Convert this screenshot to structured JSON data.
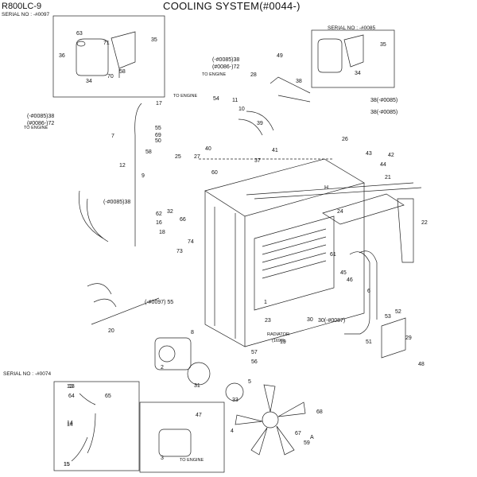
{
  "header": {
    "model": "R800LC-9",
    "title": "COOLING SYSTEM(#0044-)"
  },
  "inset_boxes": [
    {
      "id": "top-left",
      "serial": "SERIAL NO : -#0097",
      "parts": [
        "63",
        "71",
        "35",
        "36",
        "34",
        "70",
        "58"
      ]
    },
    {
      "id": "top-right",
      "serial": "SERIAL NO : -#0085",
      "parts": [
        "35",
        "34"
      ]
    },
    {
      "id": "bottom-left",
      "serial": "SERIAL NO : -#0074",
      "parts": [
        "13",
        "64",
        "65",
        "14",
        "15"
      ]
    },
    {
      "id": "bottom-center",
      "parts": [
        "47",
        "3"
      ],
      "note": "TO ENGINE"
    }
  ],
  "annotations": {
    "to_engine": "TO ENGINE",
    "radiator": "RADIATOR",
    "radiator_sub": "(1690)",
    "serial_0085_38": "(-#0085)38",
    "serial_0086_72": "(#0086-)72",
    "serial_0085_38_short": "(-#0085)38",
    "serial_0097_55": "(-#0097) 55",
    "serial_0087_30": "30(-#0087)",
    "serial_0085_38_r1": "38(-#0085)",
    "serial_0085_38_r2": "38(-#0085)",
    "arrow_H": "H",
    "arrow_A": "A"
  },
  "callouts": [
    {
      "t": "17"
    },
    {
      "t": "54"
    },
    {
      "t": "55"
    },
    {
      "t": "69"
    },
    {
      "t": "50"
    },
    {
      "t": "40"
    },
    {
      "t": "28"
    },
    {
      "t": "49"
    },
    {
      "t": "11"
    },
    {
      "t": "10"
    },
    {
      "t": "39"
    },
    {
      "t": "38"
    },
    {
      "t": "26"
    },
    {
      "t": "42"
    },
    {
      "t": "43"
    },
    {
      "t": "44"
    },
    {
      "t": "7"
    },
    {
      "t": "58"
    },
    {
      "t": "12"
    },
    {
      "t": "25"
    },
    {
      "t": "27"
    },
    {
      "t": "37"
    },
    {
      "t": "41"
    },
    {
      "t": "60"
    },
    {
      "t": "9"
    },
    {
      "t": "62"
    },
    {
      "t": "16"
    },
    {
      "t": "66"
    },
    {
      "t": "32"
    },
    {
      "t": "18"
    },
    {
      "t": "21"
    },
    {
      "t": "24"
    },
    {
      "t": "22"
    },
    {
      "t": "8"
    },
    {
      "t": "5"
    },
    {
      "t": "1"
    },
    {
      "t": "19"
    },
    {
      "t": "23"
    },
    {
      "t": "56"
    },
    {
      "t": "57"
    },
    {
      "t": "2"
    },
    {
      "t": "31"
    },
    {
      "t": "33"
    },
    {
      "t": "4"
    },
    {
      "t": "6"
    },
    {
      "t": "29"
    },
    {
      "t": "52"
    },
    {
      "t": "53"
    },
    {
      "t": "48"
    },
    {
      "t": "51"
    },
    {
      "t": "45"
    },
    {
      "t": "46"
    },
    {
      "t": "61"
    },
    {
      "t": "74"
    },
    {
      "t": "73"
    },
    {
      "t": "20"
    },
    {
      "t": "13"
    },
    {
      "t": "14"
    },
    {
      "t": "15"
    },
    {
      "t": "67"
    },
    {
      "t": "59"
    },
    {
      "t": "68"
    },
    {
      "t": "30"
    }
  ]
}
